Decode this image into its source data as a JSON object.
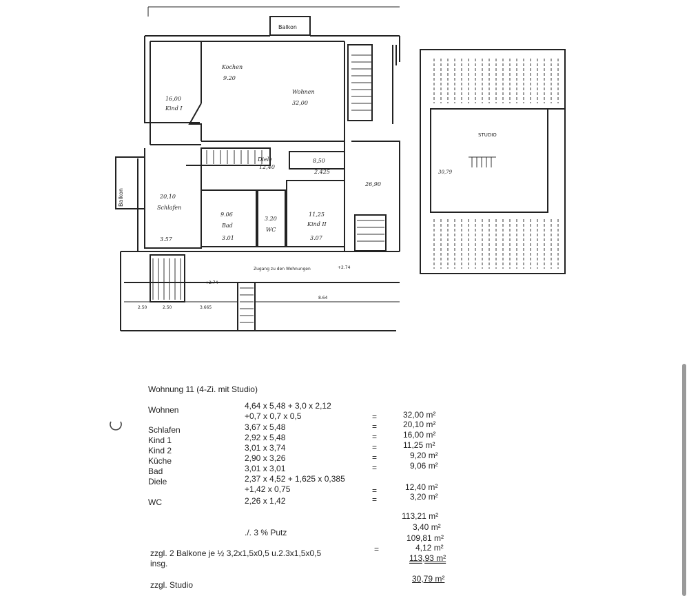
{
  "floorplan": {
    "labels": {
      "balcony_top": "Balkon",
      "balcony_left": "Balkon",
      "kitchen_name": "Kochen",
      "kitchen_area": "9.20",
      "living_name": "Wohnen",
      "living_area": "32,00",
      "child1_area": "16,00",
      "child1_name": "Kind I",
      "hall_name": "Diele",
      "hall_area": "12,40",
      "small_area": "8,50",
      "small_dim": "2.425",
      "stair_area": "26,90",
      "bed_area": "20,10",
      "bed_name": "Schlafen",
      "bed_dim": "3.57",
      "bath_area": "9.06",
      "bath_name": "Bad",
      "bath_dim": "3.01",
      "wc_area": "3.20",
      "wc_name": "WC",
      "child2_area": "11,25",
      "child2_name": "Kind II",
      "child2_dim": "3.07",
      "access": "Zugang zu den Wohnungen",
      "level1": "+2.74",
      "level2": "+2.74",
      "dim_a": "2.50",
      "dim_b": "2.50",
      "dim_c": "3.665",
      "dim_d": "8.64",
      "studio_name": "STUDIO",
      "studio_area": "30,79"
    }
  },
  "calc": {
    "heading": "Wohnung 11 (4-Zi. mit Studio)",
    "rows": [
      {
        "name": "Wohnen",
        "formula": "4,64 x 5,48 + 3,0 x 2,12",
        "eq": "=",
        "value": "32,00 m²"
      },
      {
        "name": "",
        "formula": "+0,7 x 0,7 x 0,5",
        "eq": "",
        "value": ""
      },
      {
        "name": "Schlafen",
        "formula": "3,67 x 5,48",
        "eq": "=",
        "value": "20,10 m²"
      },
      {
        "name": "Kind 1",
        "formula": "2,92 x 5,48",
        "eq": "=",
        "value": "16,00 m²"
      },
      {
        "name": "Kind 2",
        "formula": "3,01 x 3,74",
        "eq": "=",
        "value": "11,25 m²"
      },
      {
        "name": "Küche",
        "formula": "2,90 x 3,26",
        "eq": "=",
        "value": "9,20 m²"
      },
      {
        "name": "Bad",
        "formula": "3,01 x 3,01",
        "eq": "=",
        "value": "9,06 m²"
      },
      {
        "name": "Diele",
        "formula": "2,37 x 4,52 + 1,625 x 0,385",
        "eq": "",
        "value": ""
      },
      {
        "name": "",
        "formula": "+1,42 x 0,75",
        "eq": "=",
        "value": "12,40 m²"
      },
      {
        "name": "WC",
        "formula": "2,26 x 1,42",
        "eq": "=",
        "value": "3,20 m²"
      }
    ],
    "subtotal": "113,21 m²",
    "putz_label": "./. 3 % Putz",
    "putz_value": "3,40 m²",
    "net": "109,81 m²",
    "balcony_label": "zzgl. 2 Balkone je ½ 3,2x1,5x0,5 u.2.3x1,5x0,5",
    "balcony_eq": "=",
    "balcony_value": "4,12 m²",
    "insg_label": "insg.",
    "insg_value": "113,93 m²",
    "studio_label": "zzgl. Studio",
    "studio_value": "30,79 m²"
  }
}
